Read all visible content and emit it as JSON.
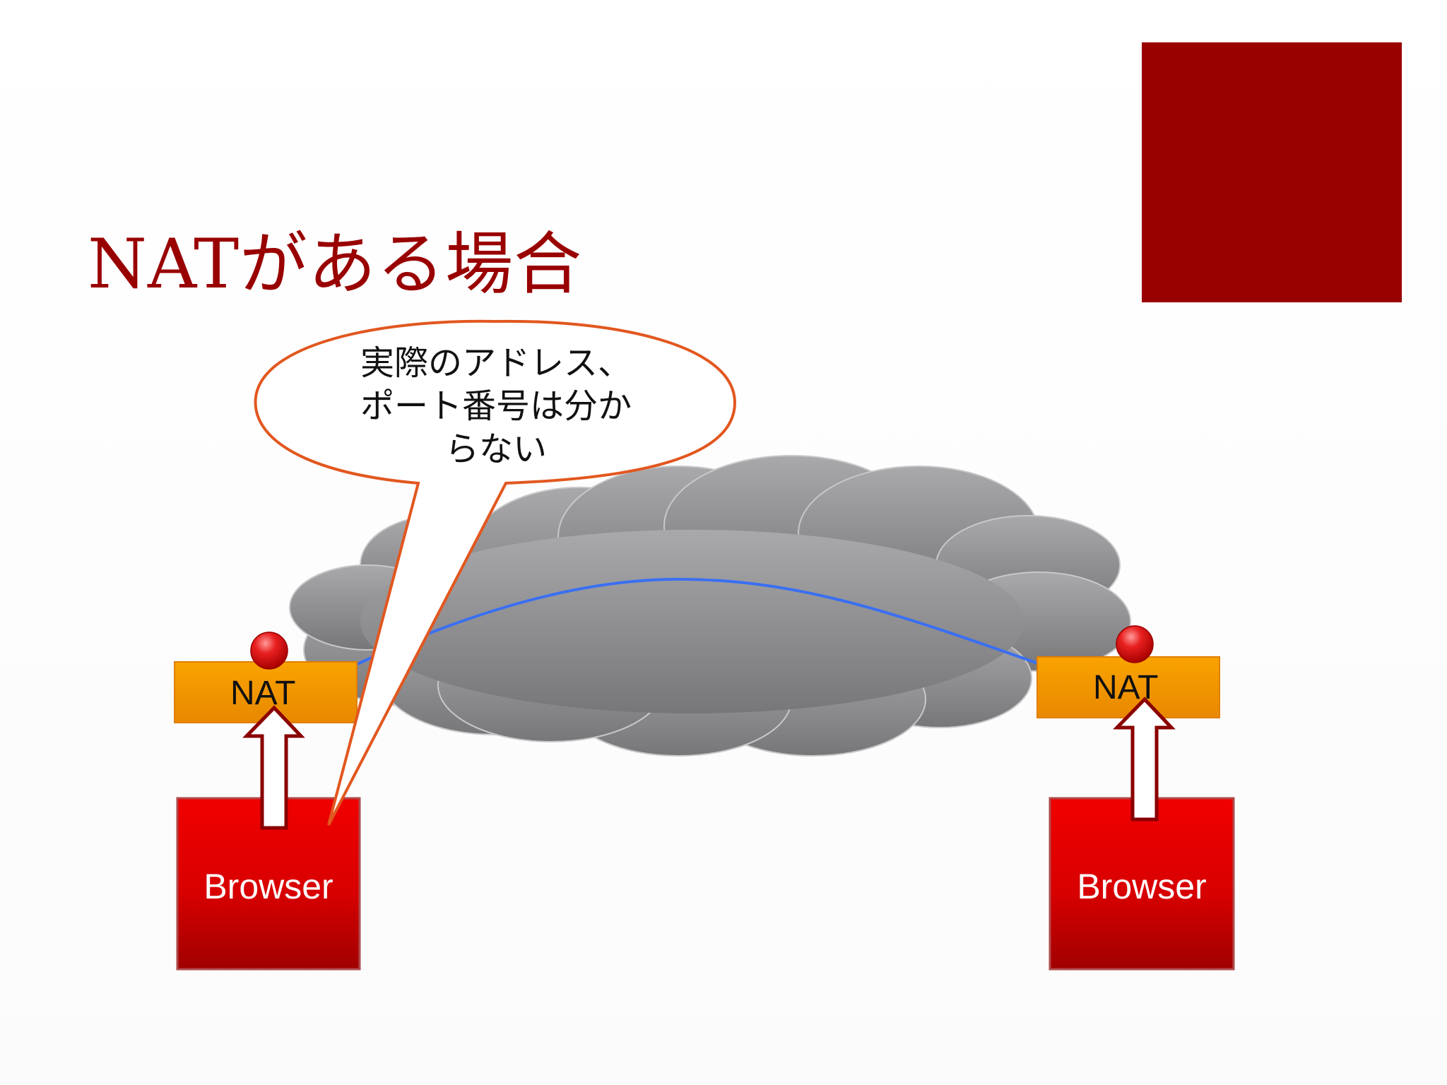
{
  "slide": {
    "title": "NATがある場合",
    "callout": {
      "lines": [
        "実際のアドレス、",
        "ポート番号は分か",
        "らない"
      ]
    },
    "left_nat_label": "NAT",
    "right_nat_label": "NAT",
    "left_browser_label": "Browser",
    "right_browser_label": "Browser"
  },
  "colors": {
    "accent": "#990000",
    "nat_box": "#F59A00",
    "browser_box": "#E00000",
    "cloud": "#8E8E90",
    "connection_line": "#3A6FF2",
    "callout_border": "#E2571F"
  }
}
